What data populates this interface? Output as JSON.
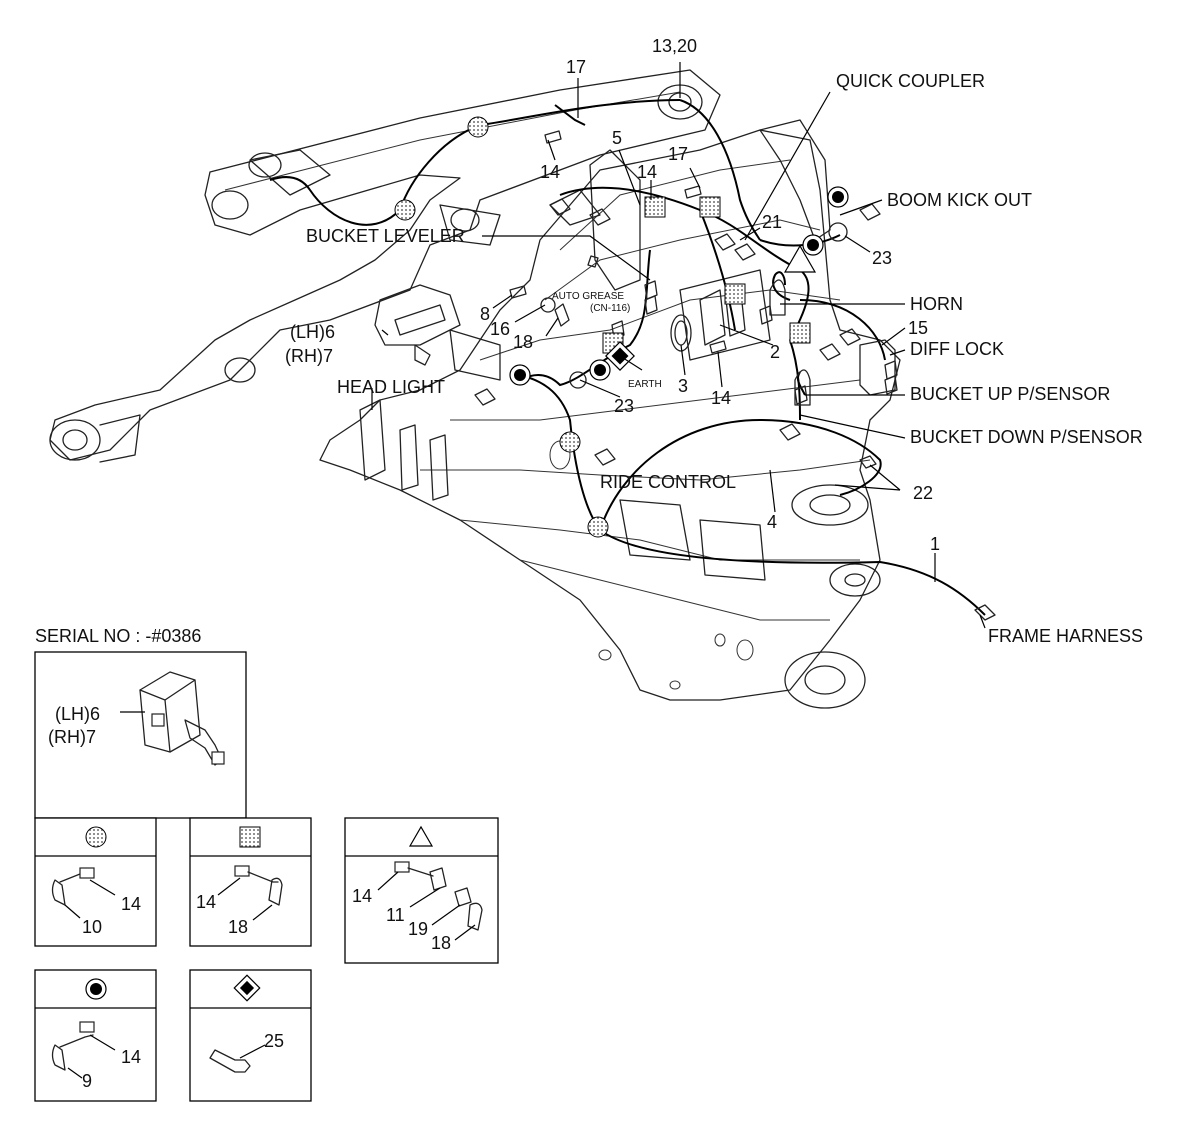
{
  "callouts": {
    "c13_20": "13,20",
    "quick_coupler": "QUICK COUPLER",
    "c17a": "17",
    "c17b": "17",
    "c5": "5",
    "c14a": "14",
    "c14b": "14",
    "c14c": "14",
    "c21": "21",
    "boom_kick_out": "BOOM KICK OUT",
    "c23a": "23",
    "c23b": "23",
    "bucket_leveler": "BUCKET LEVELER",
    "auto_grease": "AUTO GREASE",
    "cn_116": "(CN-116)",
    "horn": "HORN",
    "c15": "15",
    "diff_lock": "DIFF LOCK",
    "bucket_up": "BUCKET UP P/SENSOR",
    "bucket_down": "BUCKET DOWN P/SENSOR",
    "c8": "8",
    "c16": "16",
    "c18": "18",
    "lh6": "(LH)6",
    "rh7": "(RH)7",
    "head_light": "HEAD LIGHT",
    "earth": "EARTH",
    "c3": "3",
    "c2": "2",
    "ride_control": "RIDE CONTROL",
    "c22": "22",
    "c4": "4",
    "c1": "1",
    "frame_harness": "FRAME HARNESS"
  },
  "serial": {
    "title": "SERIAL NO : -#0386",
    "lh6": "(LH)6",
    "rh7": "(RH)7"
  },
  "legend": {
    "circle_dotted": {
      "symbol": "dotted-circle",
      "n1": "14",
      "n2": "10"
    },
    "square_dotted": {
      "symbol": "dotted-square",
      "n1": "14",
      "n2": "18"
    },
    "triangle": {
      "symbol": "triangle",
      "n1": "14",
      "n2": "11",
      "n3": "19",
      "n4": "18"
    },
    "circle_black": {
      "symbol": "black-dot-circle",
      "n1": "14",
      "n2": "9"
    },
    "diamond": {
      "symbol": "black-diamond",
      "n1": "25"
    }
  }
}
